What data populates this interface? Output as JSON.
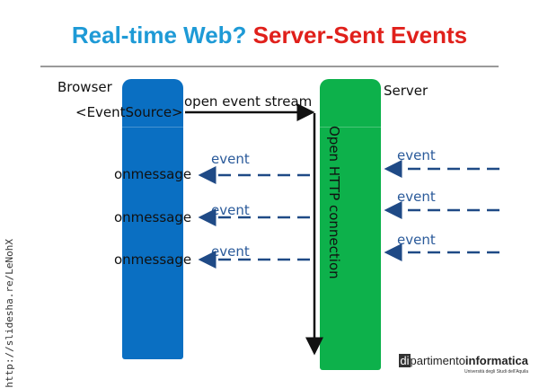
{
  "title": {
    "part1": "Real-time Web?",
    "part2": "Server-Sent Events",
    "color1": "#1e9ad6",
    "color2": "#e0201b"
  },
  "browser": {
    "label": "Browser",
    "source": "<EventSource>",
    "handlers": [
      "onmessage",
      "onmessage",
      "onmessage"
    ],
    "color": "#0a6fc2"
  },
  "server": {
    "label": "Server",
    "color": "#0db14b"
  },
  "request": "open event stream",
  "connection": "Open HTTP connection",
  "events_left": [
    "event",
    "event",
    "event"
  ],
  "events_right": [
    "event",
    "event",
    "event"
  ],
  "side_url": "http://slidesha.re/LeNohX",
  "logo": {
    "di": "di",
    "part": "partimento",
    "info": "informatica",
    "subtitle": "Università degli Studi dell'Aquila"
  }
}
